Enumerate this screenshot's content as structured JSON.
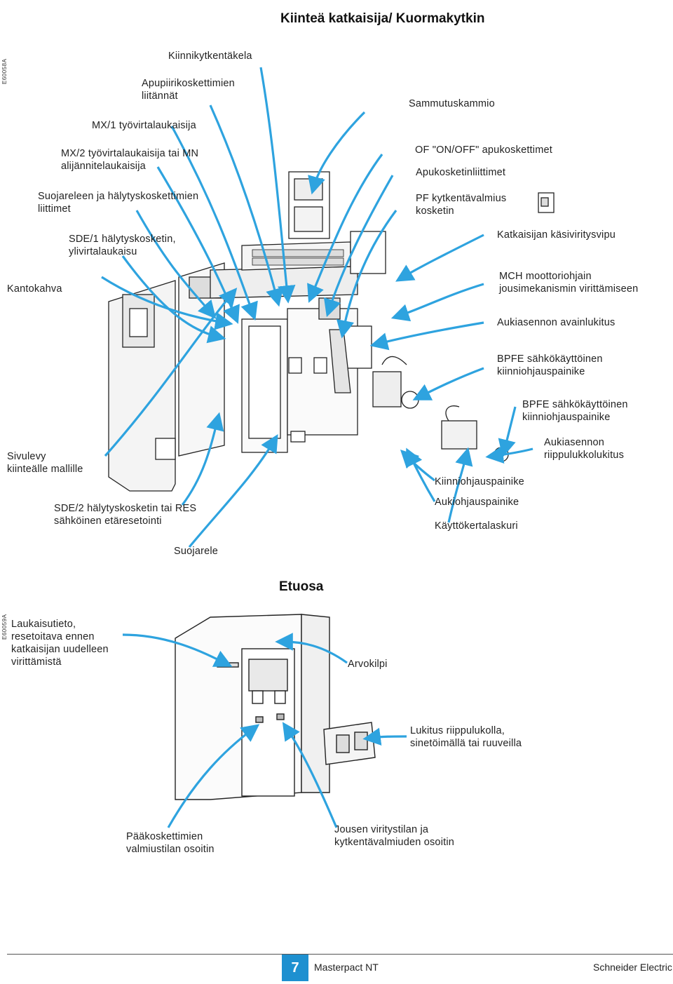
{
  "header": {
    "title": "Kiinteä katkaisija/ Kuormakytkin",
    "section2": "Etuosa"
  },
  "figure_codes": {
    "fig1": "E60058A",
    "fig2": "E60059A"
  },
  "labels_top": {
    "kiinnikytkentakela": "Kiinnikytkentäkela",
    "apupiiri": "Apupiirikoskettimien\nliitännät",
    "mx1": "MX/1 työvirtalaukaisija",
    "mx2": "MX/2 työvirtalaukaisija tai MN\nalijännitelaukaisija",
    "suojareleen": "Suojareleen ja hälytyskoskettimien\nliittimet",
    "sde1": "SDE/1 hälytyskosketin,\nylivirtalaukaisu",
    "kantokahva": "Kantokahva",
    "sivulevy": "Sivulevy\nkiinteälle mallille",
    "sde2": "SDE/2 hälytyskosketin tai RES\nsähköinen etäresetointi",
    "suojarele": "Suojarele",
    "sammutuskammio": "Sammutuskammio",
    "of": "OF \"ON/OFF\" apukoskettimet",
    "apukosketin": "Apukosketinliittimet",
    "pf": "PF kytkentävalmius\nkosketin",
    "kasiviritys": "Katkaisijan käsiviritysvipu",
    "mch": "MCH moottoriohjain\njousimekanismin virittämiseen",
    "avainlukitus": "Aukiasennon avainlukitus",
    "bpfe1": "BPFE sähkökäyttöinen\nkiinniohjauspainike",
    "bpfe2": "BPFE sähkökäyttöinen\nkiinniohjauspainike",
    "riippulukko": "Aukiasennon\nriippulukkolukitus",
    "kiinniohjaus": "Kiinniohjauspainike",
    "aukiohjaus": "Aukiohjauspainike",
    "kayttokerta": "Käyttökertalaskuri"
  },
  "labels_bottom": {
    "laukaisutieto": "Laukaisutieto,\nresetoitava ennen\nkatkaisijan uudelleen\nvirittämistä",
    "arvokilpi": "Arvokilpi",
    "lukitus": "Lukitus riippulukolla,\nsinetöimällä tai ruuveilla",
    "paakosk": "Pääkoskettimien\nvalmiustilan osoitin",
    "jousen": "Jousen viritystilan ja\nkytkentävalmiuden osoitin"
  },
  "footer": {
    "page": "7",
    "product": "Masterpact NT",
    "brand": "Schneider Electric"
  },
  "colors": {
    "arrow": "#2ea3df",
    "line": "#222222",
    "accent": "#1e90d0"
  }
}
